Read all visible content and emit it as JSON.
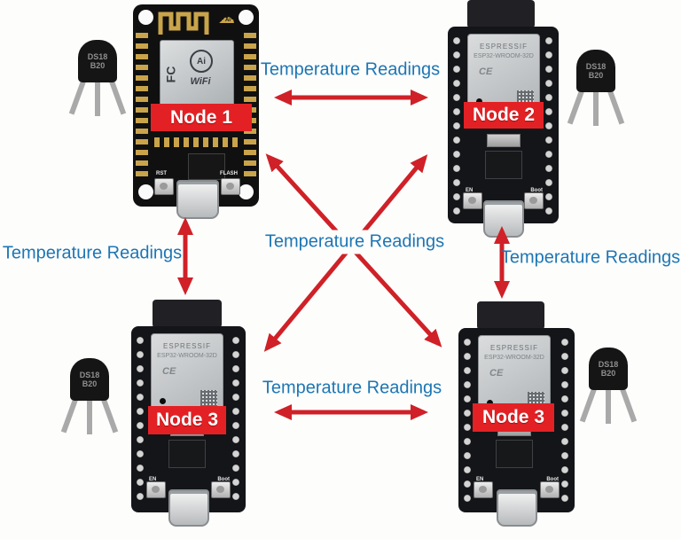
{
  "colors": {
    "arrow_red": "#cf2127",
    "banner_red": "#e32125",
    "label_blue": "#1d76b4",
    "board_black": "#141518",
    "shield_silver": "#c9ccce",
    "antenna_gold": "#c9a44a"
  },
  "labels": {
    "temp_top": "Temperature Readings",
    "temp_left": "Temperature Readings",
    "temp_right": "Temperature Readings",
    "temp_center": "Temperature Readings",
    "temp_bottom": "Temperature Readings"
  },
  "nodes": [
    {
      "label": "Node 1"
    },
    {
      "label": "Node 2"
    },
    {
      "label": "Node 3"
    },
    {
      "label": "Node 3"
    }
  ],
  "sensor": {
    "line1": "DS18",
    "line2": "B20"
  },
  "board_text": {
    "nodemcu": {
      "ai": "Ai",
      "wifi": "WiFi",
      "fcc": "FC",
      "rst": "RST",
      "flash": "FLASH"
    },
    "esp32": {
      "brand": "ESPRESSIF",
      "module": "ESP32-WROOM-32D",
      "ce": "CE",
      "en": "EN",
      "boot": "Boot"
    }
  },
  "icons": {
    "cloud": "☁"
  }
}
